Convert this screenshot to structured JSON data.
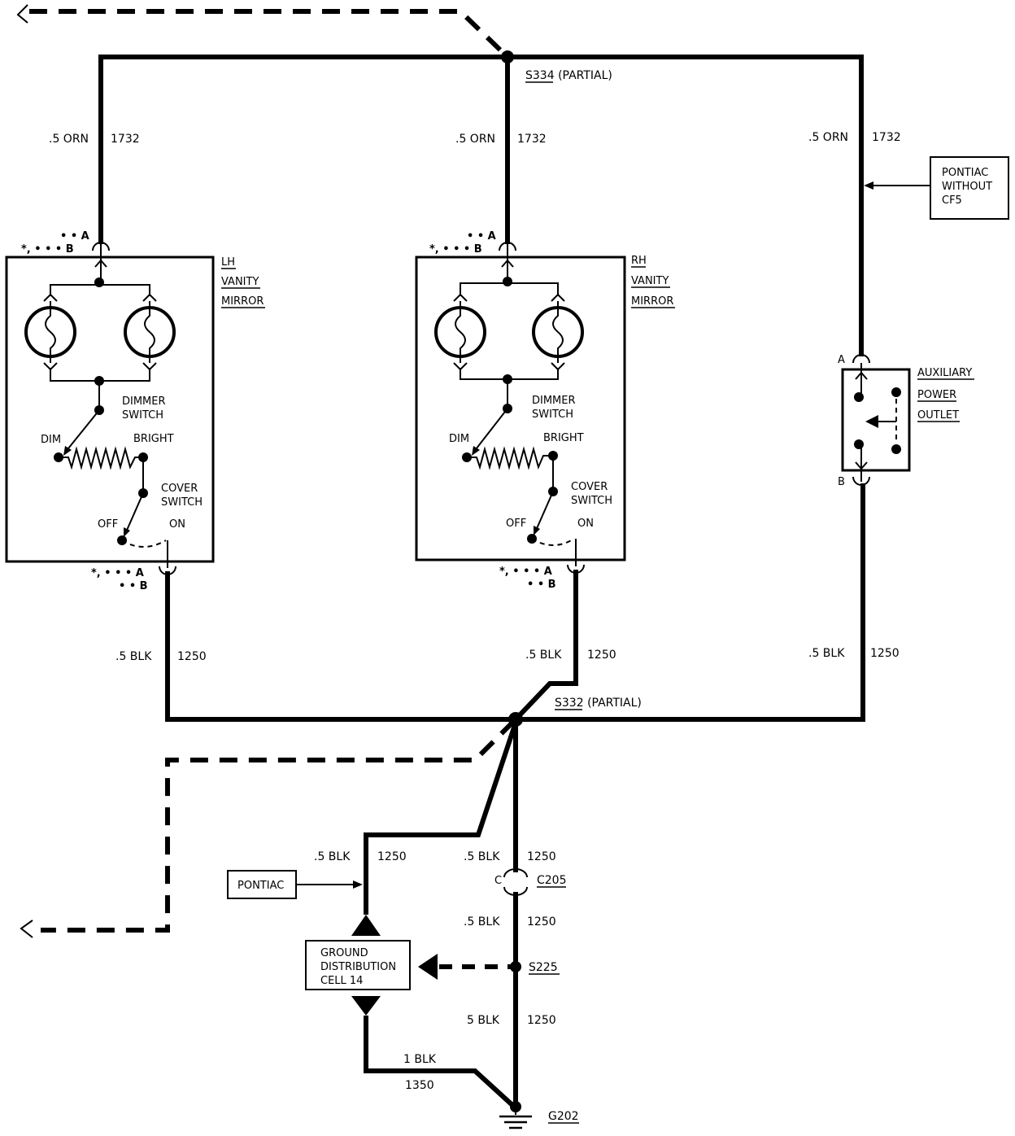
{
  "splices": {
    "s334": {
      "id": "S334",
      "suffix": "(PARTIAL)"
    },
    "s332": {
      "id": "S332",
      "suffix": "(PARTIAL)"
    },
    "s225": {
      "id": "S225"
    }
  },
  "wires": {
    "orn_lh": {
      "gauge": ".5 ORN",
      "circuit": "1732"
    },
    "orn_rh": {
      "gauge": ".5 ORN",
      "circuit": "1732"
    },
    "orn_aux": {
      "gauge": ".5 ORN",
      "circuit": "1732"
    },
    "blk_lh": {
      "gauge": ".5 BLK",
      "circuit": "1250"
    },
    "blk_rh": {
      "gauge": ".5 BLK",
      "circuit": "1250"
    },
    "blk_aux": {
      "gauge": ".5 BLK",
      "circuit": "1250"
    },
    "blk_pontiac": {
      "gauge": ".5 BLK",
      "circuit": "1250"
    },
    "blk_c205_top": {
      "gauge": ".5 BLK",
      "circuit": "1250"
    },
    "blk_c205_bot": {
      "gauge": ".5 BLK",
      "circuit": "1250"
    },
    "blk_g202": {
      "gauge": "5 BLK",
      "circuit": "1250"
    },
    "blk_gdc": {
      "gauge": "1 BLK",
      "circuit": "1350"
    }
  },
  "lh_mirror": {
    "name_line1": "LH",
    "name_line2": "VANITY",
    "name_line3": "MIRROR",
    "pin_top_a": "• • A",
    "pin_top_b": "*, • • • B",
    "pin_bot_a": "*, • • • A",
    "pin_bot_b": "• • B",
    "dimmer_line1": "DIMMER",
    "dimmer_line2": "SWITCH",
    "dim": "DIM",
    "bright": "BRIGHT",
    "cover_line1": "COVER",
    "cover_line2": "SWITCH",
    "off": "OFF",
    "on": "ON"
  },
  "rh_mirror": {
    "name_line1": "RH",
    "name_line2": "VANITY",
    "name_line3": "MIRROR",
    "pin_top_a": "• • A",
    "pin_top_b": "*, • • • B",
    "pin_bot_a": "*, • • • A",
    "pin_bot_b": "• • B",
    "dimmer_line1": "DIMMER",
    "dimmer_line2": "SWITCH",
    "dim": "DIM",
    "bright": "BRIGHT",
    "cover_line1": "COVER",
    "cover_line2": "SWITCH",
    "off": "OFF",
    "on": "ON"
  },
  "aux_outlet": {
    "line1": "AUXILIARY",
    "line2": "POWER",
    "line3": "OUTLET",
    "pin_a": "A",
    "pin_b": "B"
  },
  "notes": {
    "pontiac_without_line1": "PONTIAC",
    "pontiac_without_line2": "WITHOUT",
    "pontiac_without_line3": "CF5",
    "pontiac": "PONTIAC"
  },
  "connector_c205": {
    "pin": "C",
    "id": "C205"
  },
  "ground_dist": {
    "line1": "GROUND",
    "line2": "DISTRIBUTION",
    "line3": "CELL 14"
  },
  "ground": {
    "id": "G202"
  }
}
